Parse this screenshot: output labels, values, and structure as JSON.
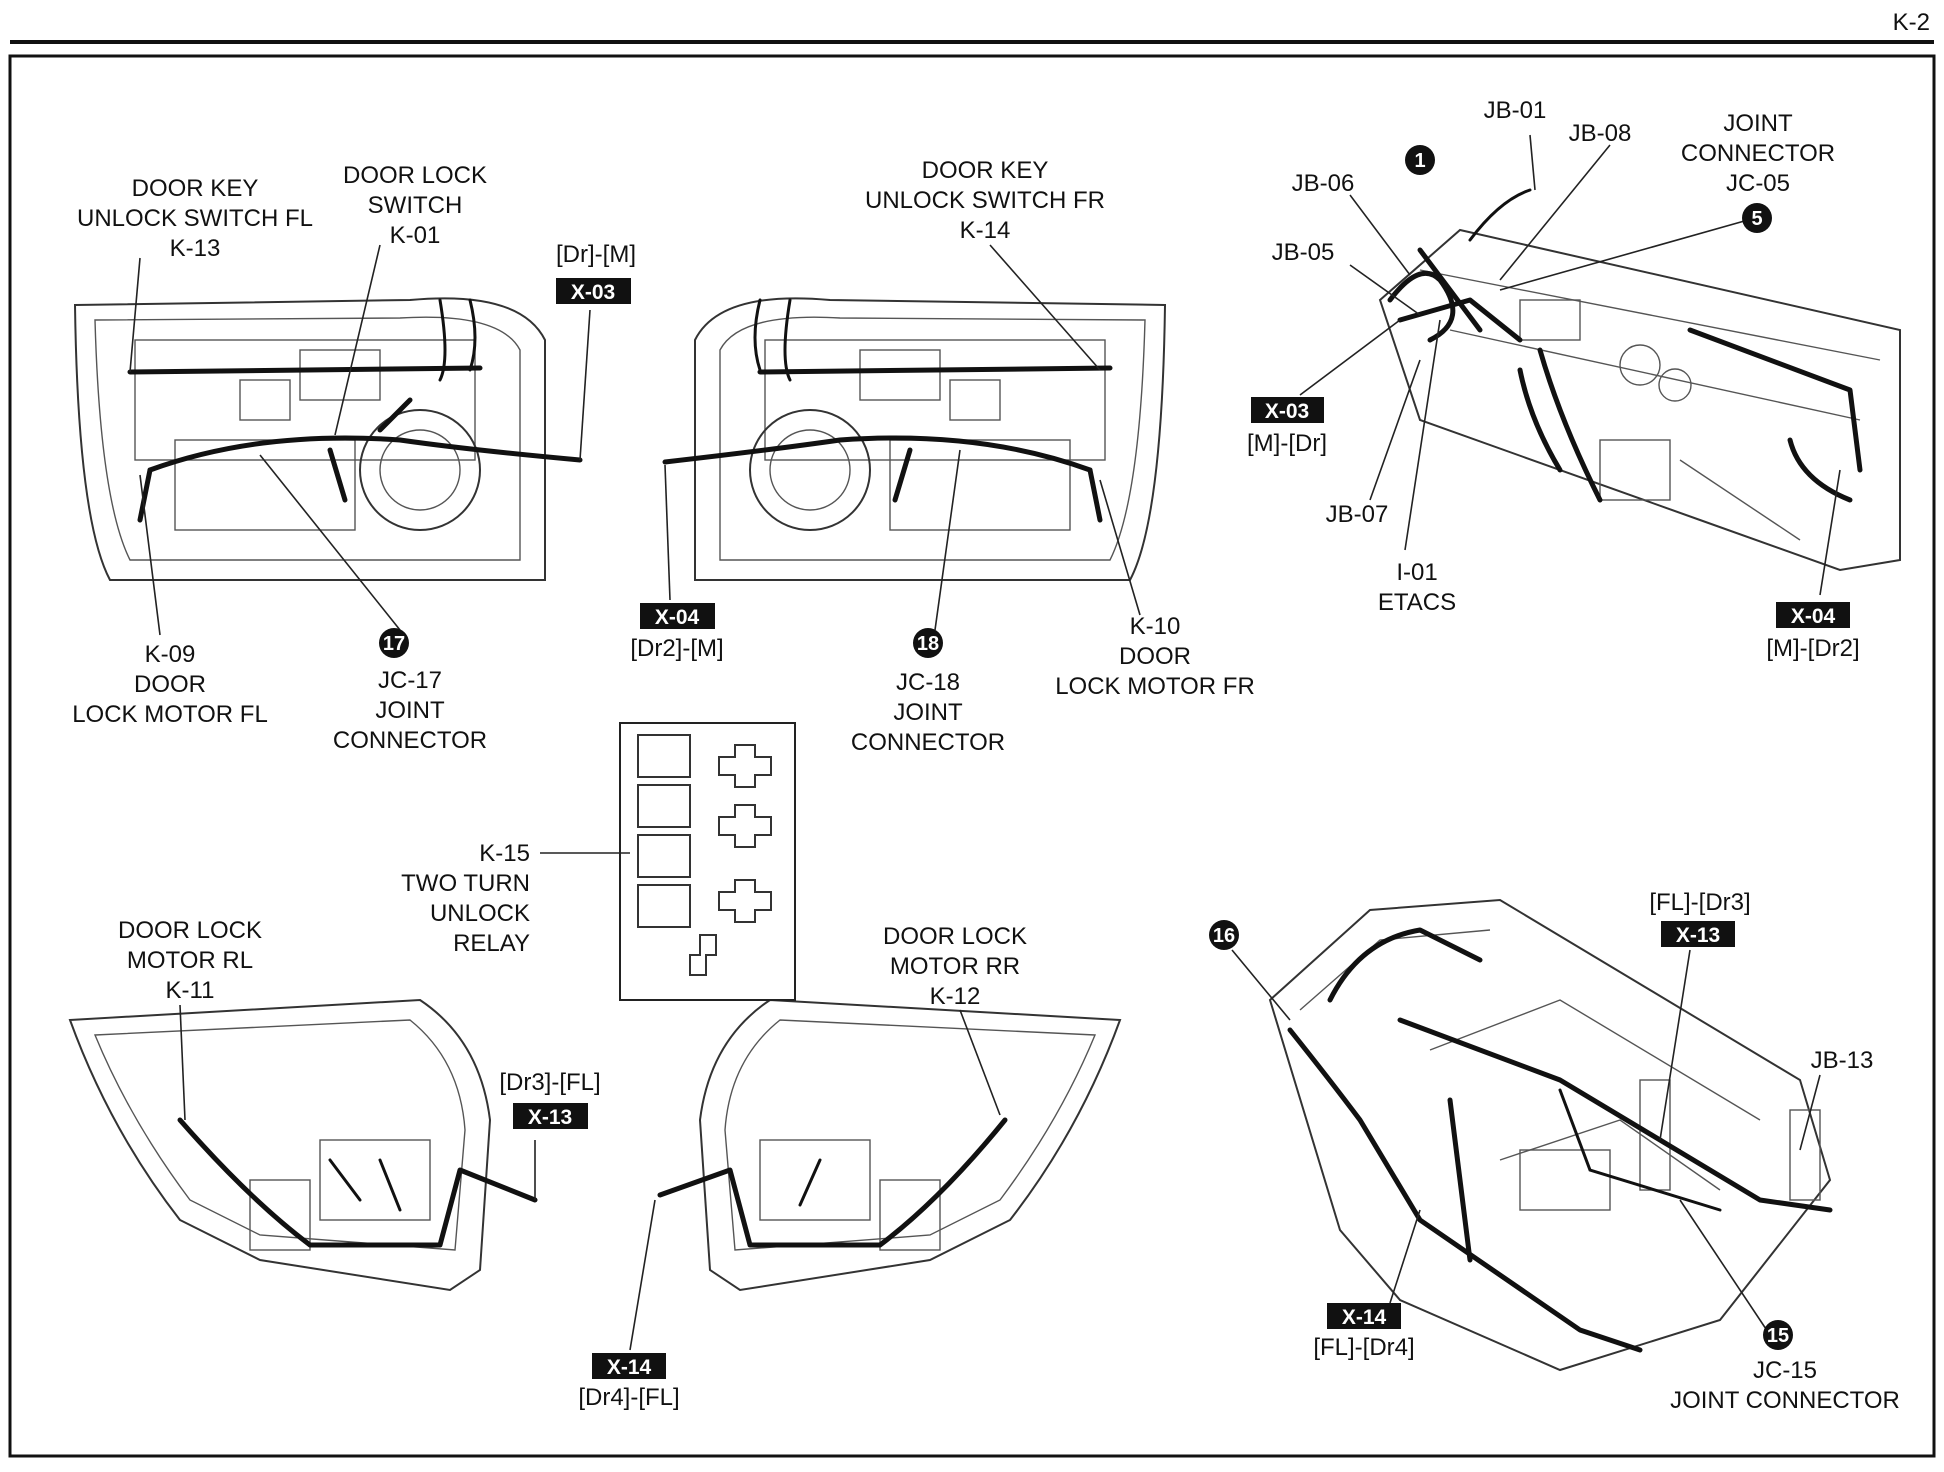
{
  "page": {
    "number": "K-2"
  },
  "labels": {
    "k13": [
      "DOOR KEY",
      "UNLOCK SWITCH FL",
      "K-13"
    ],
    "k01": [
      "DOOR LOCK",
      "SWITCH",
      "K-01"
    ],
    "x03a_pins": "[Dr]-[M]",
    "x03a": "X-03",
    "k14": [
      "DOOR KEY",
      "UNLOCK SWITCH FR",
      "K-14"
    ],
    "jb01": "JB-01",
    "jb08": "JB-08",
    "jc05": [
      "JOINT",
      "CONNECTOR",
      "JC-05"
    ],
    "jb06": "JB-06",
    "jb05": "JB-05",
    "x03b": "X-03",
    "x03b_pins": "[M]-[Dr]",
    "jb07": "JB-07",
    "i01": [
      "I-01",
      "ETACS"
    ],
    "x04b": "X-04",
    "x04b_pins": "[M]-[Dr2]",
    "k09": [
      "K-09",
      "DOOR",
      "LOCK MOTOR FL"
    ],
    "jc17": [
      "JC-17",
      "JOINT",
      "CONNECTOR"
    ],
    "x04a": "X-04",
    "x04a_pins": "[Dr2]-[M]",
    "jc18": [
      "JC-18",
      "JOINT",
      "CONNECTOR"
    ],
    "k10": [
      "K-10",
      "DOOR",
      "LOCK MOTOR FR"
    ],
    "k15": [
      "K-15",
      "TWO TURN",
      "UNLOCK",
      "RELAY"
    ],
    "k11": [
      "DOOR LOCK",
      "MOTOR RL",
      "K-11"
    ],
    "x13a_pins": "[Dr3]-[FL]",
    "x13a": "X-13",
    "k12": [
      "DOOR LOCK",
      "MOTOR RR",
      "K-12"
    ],
    "x14a": "X-14",
    "x14a_pins": "[Dr4]-[FL]",
    "x13b_pins": "[FL]-[Dr3]",
    "x13b": "X-13",
    "jb13": "JB-13",
    "x14b": "X-14",
    "x14b_pins": "[FL]-[Dr4]",
    "jc15": [
      "JC-15",
      "JOINT CONNECTOR"
    ]
  },
  "markers": {
    "m1": "1",
    "m5": "5",
    "m17": "17",
    "m18": "18",
    "m16": "16",
    "m15": "15"
  }
}
